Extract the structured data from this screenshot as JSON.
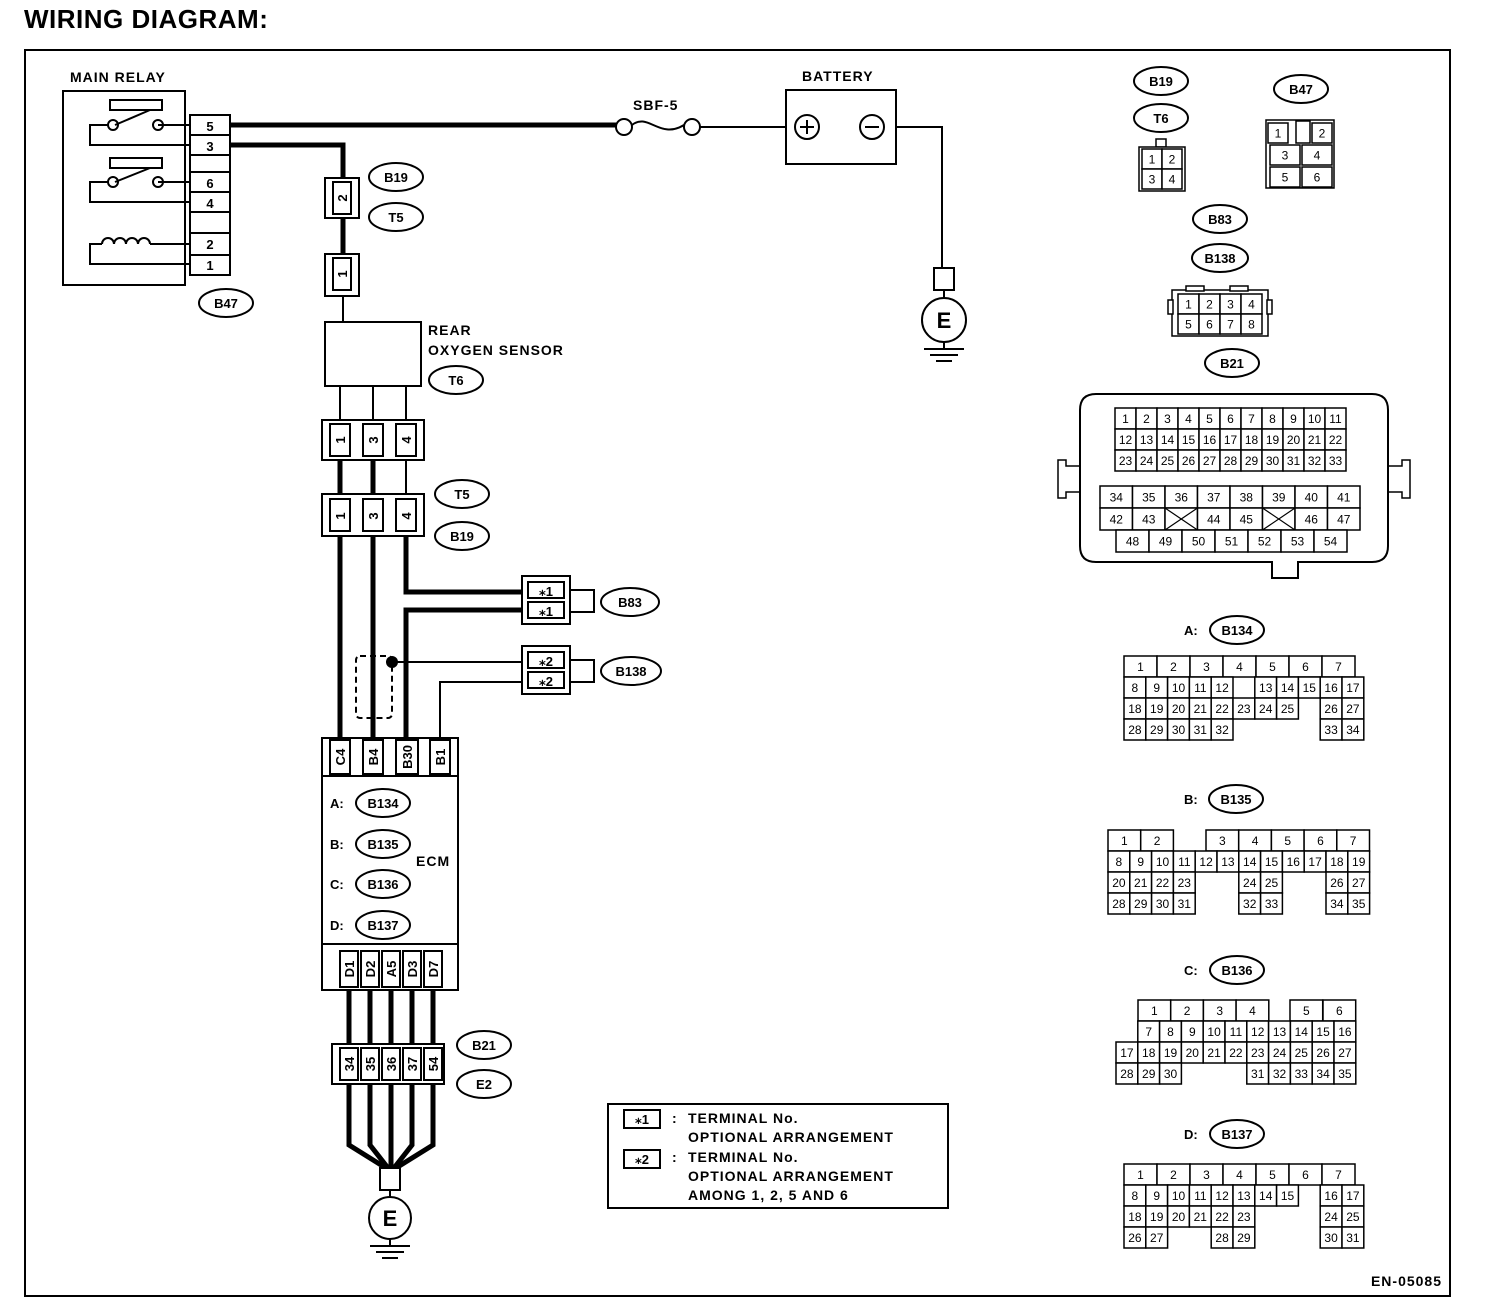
{
  "title": "WIRING DIAGRAM:",
  "diagram_code": "EN-05085",
  "components": {
    "main_relay": "MAIN RELAY",
    "battery": "BATTERY",
    "fuse": "SBF-5",
    "sensor_line1": "REAR",
    "sensor_line2": "OXYGEN SENSOR",
    "ecm": "ECM",
    "ground": "E"
  },
  "connector_tags": {
    "b47": "B47",
    "b19": "B19",
    "t5": "T5",
    "t6": "T6",
    "b83": "B83",
    "b138": "B138",
    "b21": "B21",
    "e2": "E2",
    "b134": "B134",
    "b135": "B135",
    "b136": "B136",
    "b137": "B137"
  },
  "relay_pins": [
    "5",
    "3",
    "6",
    "4",
    "2",
    "1"
  ],
  "fuse_connector_pins": [
    "2",
    "1"
  ],
  "sensor_pins": [
    "1",
    "3",
    "4"
  ],
  "optional_pins": {
    "star1": "⁎1",
    "star2": "⁎2"
  },
  "ecm_top_pins": [
    "C4",
    "B4",
    "B30",
    "B1"
  ],
  "ecm_prefixes": [
    "A:",
    "B:",
    "C:",
    "D:"
  ],
  "ecm_bottom_pins": [
    "D1",
    "D2",
    "A5",
    "D3",
    "D7"
  ],
  "b21_ground_pins": [
    "34",
    "35",
    "36",
    "37",
    "54"
  ],
  "legend": {
    "k1": "⁎1",
    "l1a": "TERMINAL No.",
    "l1b": "OPTIONAL ARRANGEMENT",
    "k2": "⁎2",
    "l2a": "TERMINAL No.",
    "l2b": "OPTIONAL ARRANGEMENT",
    "l2c": "AMONG 1, 2, 5 AND 6",
    "colon": ":"
  },
  "pinouts": {
    "b19_t6": [
      [
        "1",
        "2"
      ],
      [
        "3",
        "4"
      ]
    ],
    "b47": [
      [
        "1",
        "",
        "2"
      ],
      [
        "3",
        "4"
      ],
      [
        "5",
        "6"
      ]
    ],
    "b83_b138": [
      [
        "1",
        "2",
        "3",
        "4"
      ],
      [
        "5",
        "6",
        "7",
        "8"
      ]
    ],
    "b21": {
      "upper": [
        [
          "1",
          "2",
          "3",
          "4",
          "5",
          "6",
          "7",
          "8",
          "9",
          "10",
          "11"
        ],
        [
          "12",
          "13",
          "14",
          "15",
          "16",
          "17",
          "18",
          "19",
          "20",
          "21",
          "22"
        ],
        [
          "23",
          "24",
          "25",
          "26",
          "27",
          "28",
          "29",
          "30",
          "31",
          "32",
          "33"
        ]
      ],
      "lower": [
        [
          "34",
          "35",
          "36",
          "37",
          "38",
          "39",
          "40",
          "41"
        ],
        [
          "42",
          "43",
          "",
          "44",
          "45",
          "",
          "46",
          "47"
        ],
        [
          "48",
          "49",
          "50",
          "51",
          "52",
          "53",
          "54"
        ]
      ]
    },
    "a_b134": {
      "prefix": "A:",
      "rows": [
        [
          "1",
          "2",
          "3",
          "4",
          "5",
          "6",
          "7"
        ],
        [
          "8",
          "9",
          "10",
          "11",
          "12",
          "13",
          "14",
          "15",
          "16",
          "17"
        ],
        [
          "18",
          "19",
          "20",
          "21",
          "22",
          "23",
          "24",
          "25",
          "26",
          "27"
        ],
        [
          "28",
          "29",
          "30",
          "31",
          "32",
          "33",
          "34"
        ]
      ]
    },
    "b_b135": {
      "prefix": "B:",
      "rows": [
        [
          "1",
          "2",
          "3",
          "4",
          "5",
          "6",
          "7"
        ],
        [
          "8",
          "9",
          "10",
          "11",
          "12",
          "13",
          "14",
          "15",
          "16",
          "17",
          "18",
          "19"
        ],
        [
          "20",
          "21",
          "22",
          "23",
          "24",
          "25",
          "26",
          "27"
        ],
        [
          "28",
          "29",
          "30",
          "31",
          "32",
          "33",
          "34",
          "35"
        ]
      ]
    },
    "c_b136": {
      "prefix": "C:",
      "rows": [
        [
          "1",
          "2",
          "3",
          "4",
          "5",
          "6"
        ],
        [
          "7",
          "8",
          "9",
          "10",
          "11",
          "12",
          "13",
          "14",
          "15",
          "16"
        ],
        [
          "17",
          "18",
          "19",
          "20",
          "21",
          "22",
          "23",
          "24",
          "25",
          "26",
          "27"
        ],
        [
          "28",
          "29",
          "30",
          "31",
          "32",
          "33",
          "34",
          "35"
        ]
      ]
    },
    "d_b137": {
      "prefix": "D:",
      "rows": [
        [
          "1",
          "2",
          "3",
          "4",
          "5",
          "6",
          "7"
        ],
        [
          "8",
          "9",
          "10",
          "11",
          "12",
          "13",
          "14",
          "15",
          "16",
          "17"
        ],
        [
          "18",
          "19",
          "20",
          "21",
          "22",
          "23",
          "24",
          "25"
        ],
        [
          "26",
          "27",
          "28",
          "29",
          "30",
          "31"
        ]
      ]
    }
  }
}
